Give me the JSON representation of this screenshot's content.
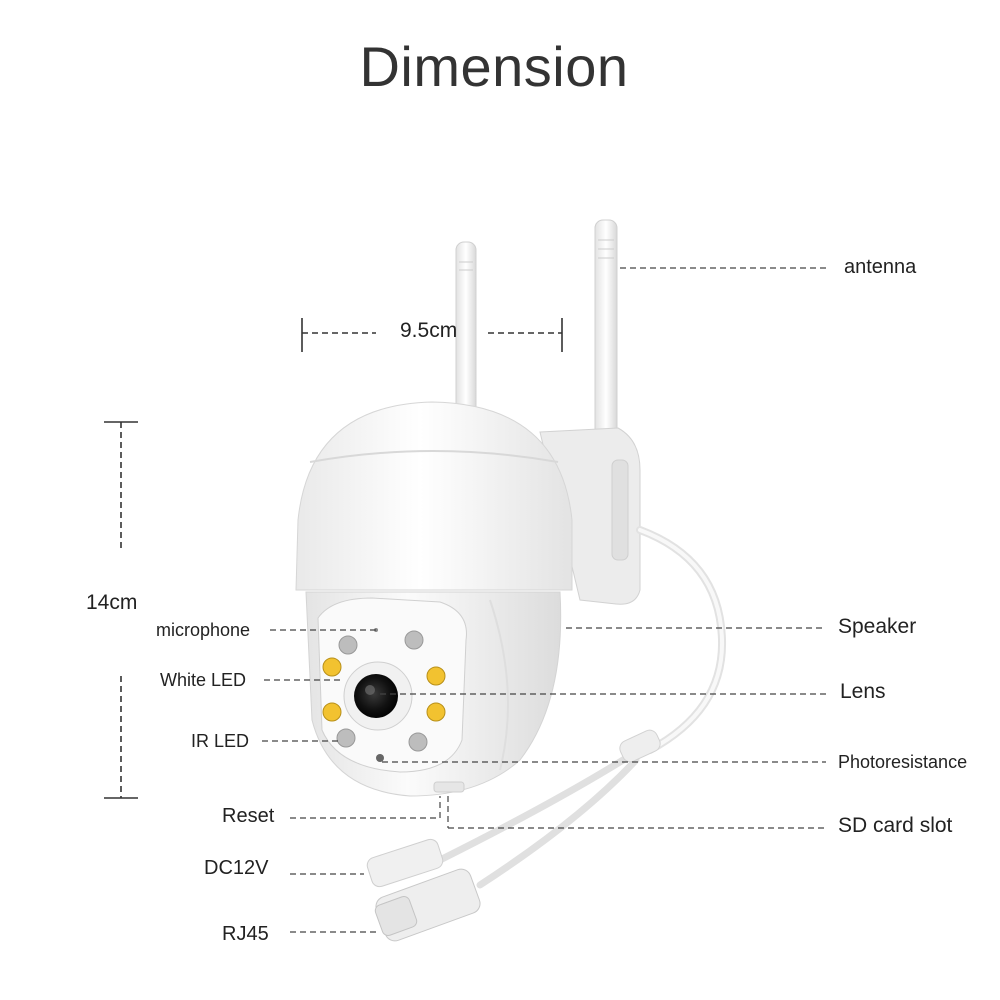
{
  "title": "Dimension",
  "dimensions": {
    "width": "9.5cm",
    "height": "14cm"
  },
  "labels": {
    "antenna": "antenna",
    "microphone": "microphone",
    "white_led": "White LED",
    "ir_led": "IR LED",
    "reset": "Reset",
    "dc12v": "DC12V",
    "rj45": "RJ45",
    "speaker": "Speaker",
    "lens": "Lens",
    "photoresistance": "Photoresistance",
    "sd_card_slot": "SD card slot"
  },
  "colors": {
    "led_white": "#bdbdbd",
    "led_ir": "#f2c230",
    "body": "#f6f6f6",
    "outline": "#d4d4d4"
  }
}
